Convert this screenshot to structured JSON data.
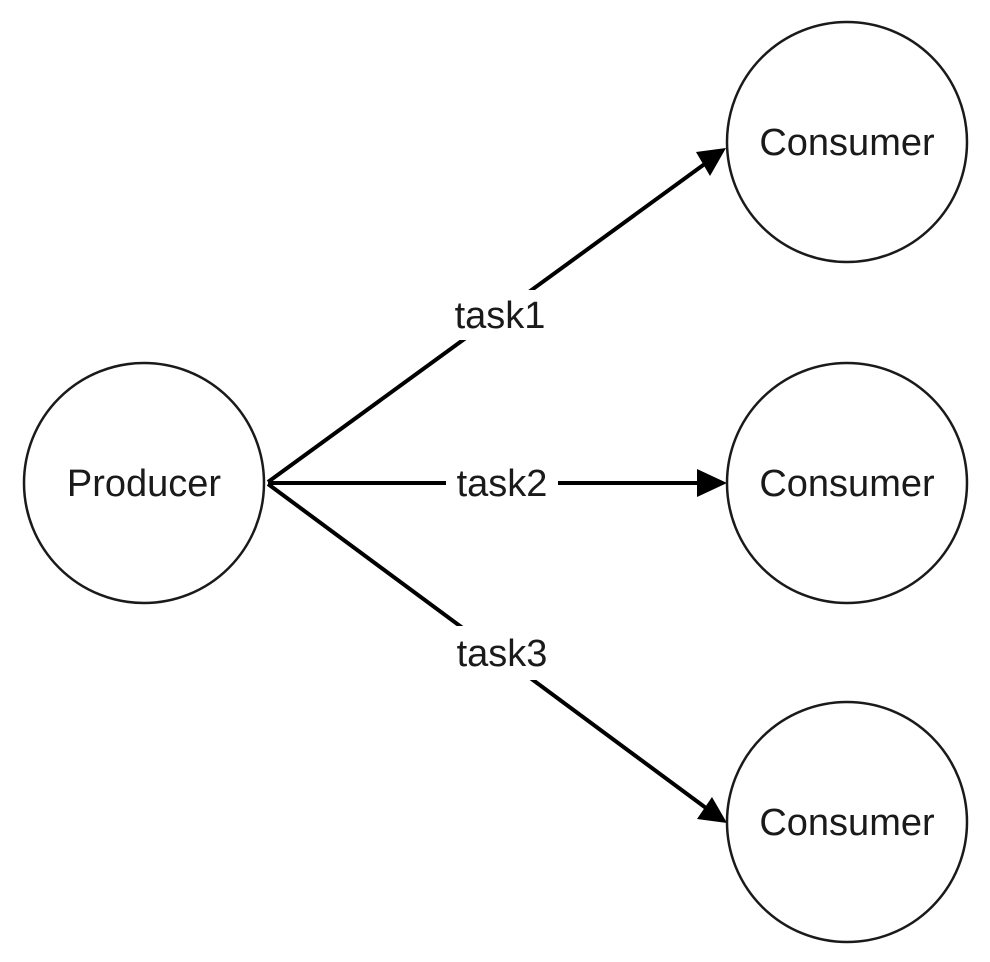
{
  "diagram": {
    "nodes": {
      "producer": {
        "label": "Producer"
      },
      "consumer_1": {
        "label": "Consumer"
      },
      "consumer_2": {
        "label": "Consumer"
      },
      "consumer_3": {
        "label": "Consumer"
      }
    },
    "edges": {
      "task1": {
        "label": "task1",
        "from": "Producer",
        "to": "Consumer"
      },
      "task2": {
        "label": "task2",
        "from": "Producer",
        "to": "Consumer"
      },
      "task3": {
        "label": "task3",
        "from": "Producer",
        "to": "Consumer"
      }
    }
  }
}
